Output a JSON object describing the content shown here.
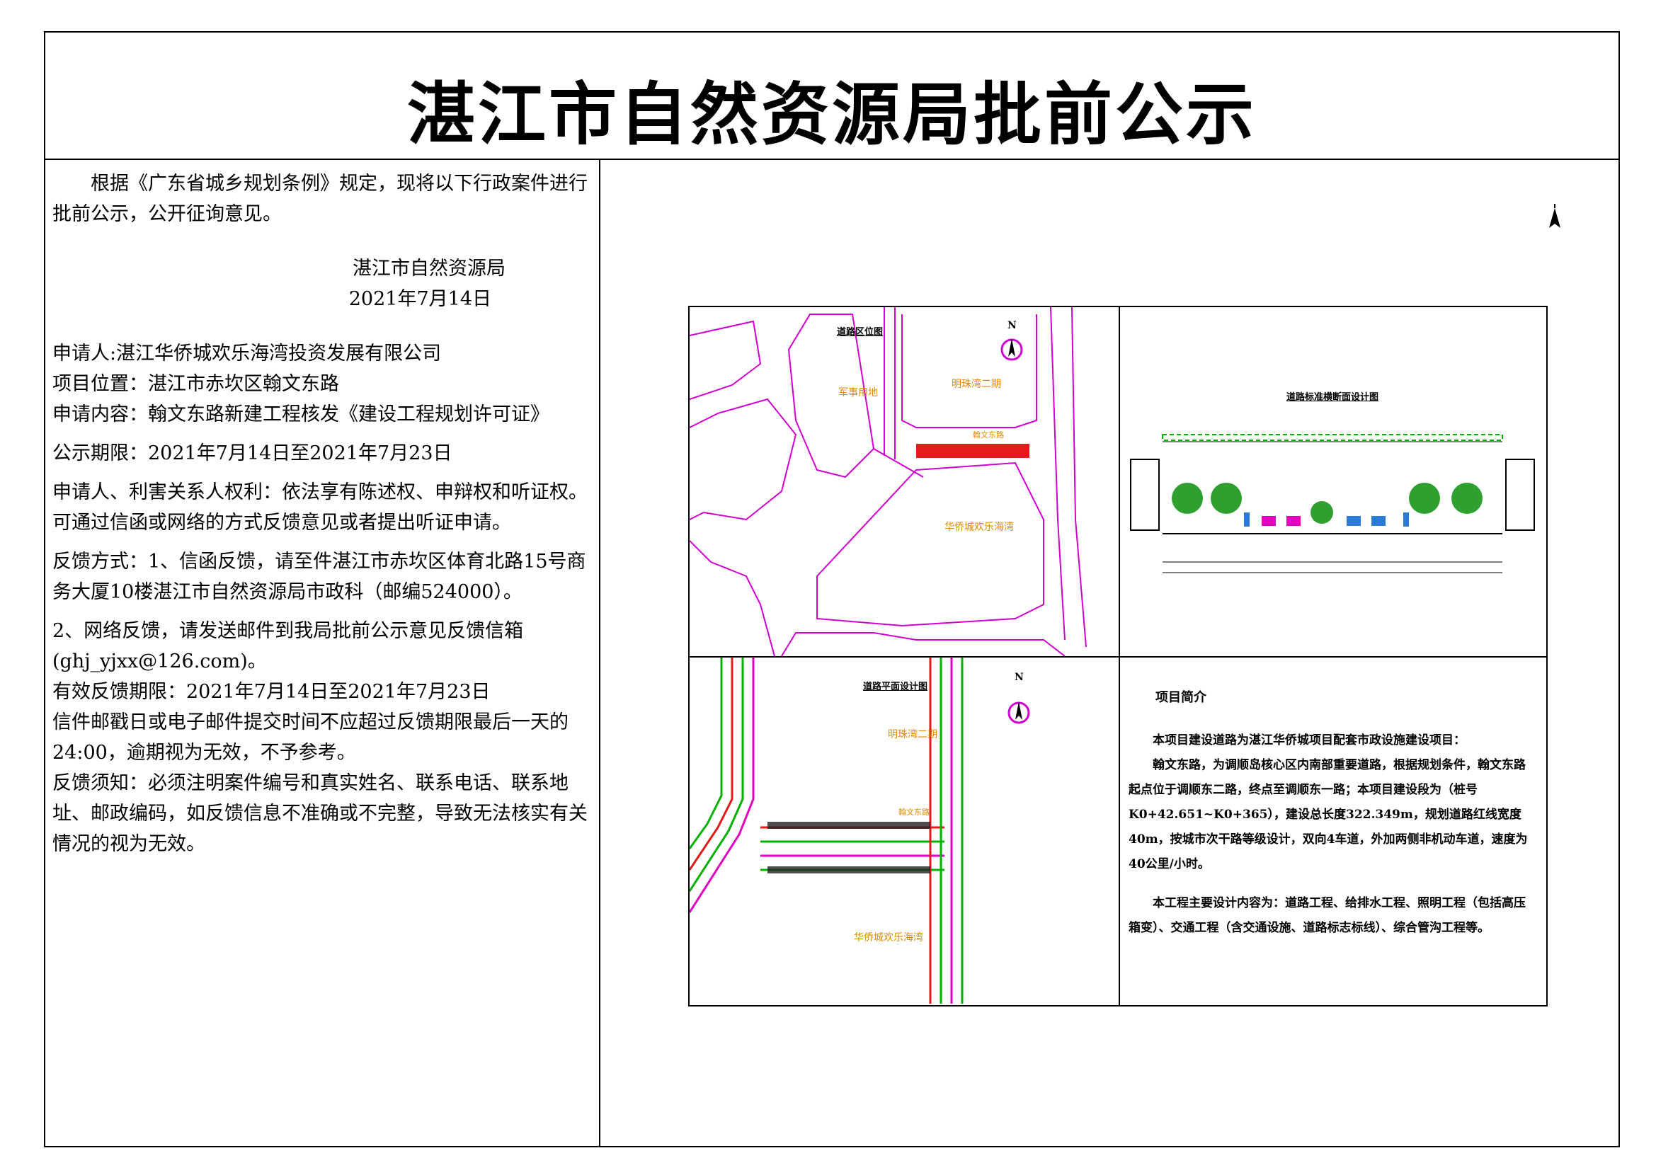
{
  "title": "湛江市自然资源局批前公示",
  "notice": {
    "intro": "根据《广东省城乡规划条例》规定，现将以下行政案件进行批前公示，公开征询意见。",
    "issuer": "湛江市自然资源局",
    "date": "2021年7月14日",
    "applicant": "申请人:湛江华侨城欢乐海湾投资发展有限公司",
    "location": "项目位置：湛江市赤坎区翰文东路",
    "content": "申请内容：翰文东路新建工程核发《建设工程规划许可证》",
    "period": "公示期限：2021年7月14日至2021年7月23日",
    "rights": "申请人、利害关系人权利：依法享有陈述权、申辩权和听证权。可通过信函或网络的方式反馈意见或者提出听证申请。",
    "feedback_mail": "反馈方式：1、信函反馈，请至件湛江市赤坎区体育北路15号商务大厦10楼湛江市自然资源局市政科（邮编524000）。",
    "feedback_net": "2、网络反馈，请发送邮件到我局批前公示意见反馈信箱(ghj_yjxx@126.com)。",
    "valid_period": "有效反馈期限：2021年7月14日至2021年7月23日",
    "deadline": "信件邮戳日或电子邮件提交时间不应超过反馈期限最后一天的24:00，逾期视为无效，不予参考。",
    "requirements": "反馈须知：必须注明案件编号和真实姓名、联系电话、联系地址、邮政编码，如反馈信息不准确或不完整，导致无法核实有关情况的视为无效。"
  },
  "figure": {
    "location_map": {
      "title": "道路区位图",
      "labels": [
        "军事用地",
        "明珠湾二期",
        "华侨城欢乐海湾",
        "翰文东路",
        "N"
      ]
    },
    "cross_section": {
      "title": "道路标准横断面设计图"
    },
    "plan": {
      "title": "道路平面设计图",
      "labels": [
        "明珠湾二期",
        "华侨城欢乐海湾",
        "翰文东路",
        "N"
      ]
    },
    "summary": {
      "title": "项目简介",
      "p1": "本项目建设道路为湛江华侨城项目配套市政设施建设项目：",
      "p2": "翰文东路，为调顺岛核心区内南部重要道路，根据规划条件，翰文东路起点位于调顺东二路，终点至调顺东一路；本项目建设段为（桩号K0+42.651~K0+365），建设总长度322.349m，规划道路红线宽度40m，按城市次干路等级设计，双向4车道，外加两侧非机动车道，速度为40公里/小时。",
      "p3": "本工程主要设计内容为：道路工程、给排水工程、照明工程（包括高压箱变）、交通工程（含交通设施、道路标志标线）、综合管沟工程等。"
    }
  }
}
